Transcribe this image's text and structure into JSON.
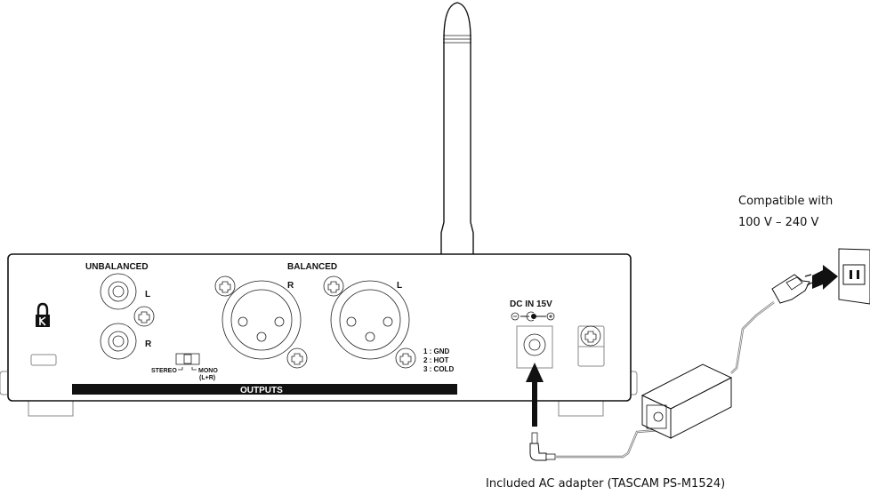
{
  "device": {
    "unbalanced_label": "UNBALANCED",
    "unbalanced_l": "L",
    "unbalanced_r": "R",
    "balanced_label": "BALANCED",
    "balanced_r": "R",
    "balanced_l": "L",
    "pin_1": "1 : GND",
    "pin_2": "2 : HOT",
    "pin_3": "3 : COLD",
    "switch_stereo": "STEREO",
    "switch_mono": "MONO",
    "switch_mono_sub": "(L+R)",
    "outputs_label": "OUTPUTS",
    "dc_in_label": "DC IN 15V",
    "kensington_icon": "kensington-lock-icon"
  },
  "annotations": {
    "compatible_line1": "Compatible with",
    "compatible_line2": "100 V – 240 V",
    "adapter_caption": "Included AC adapter (TASCAM PS-M1524)"
  }
}
